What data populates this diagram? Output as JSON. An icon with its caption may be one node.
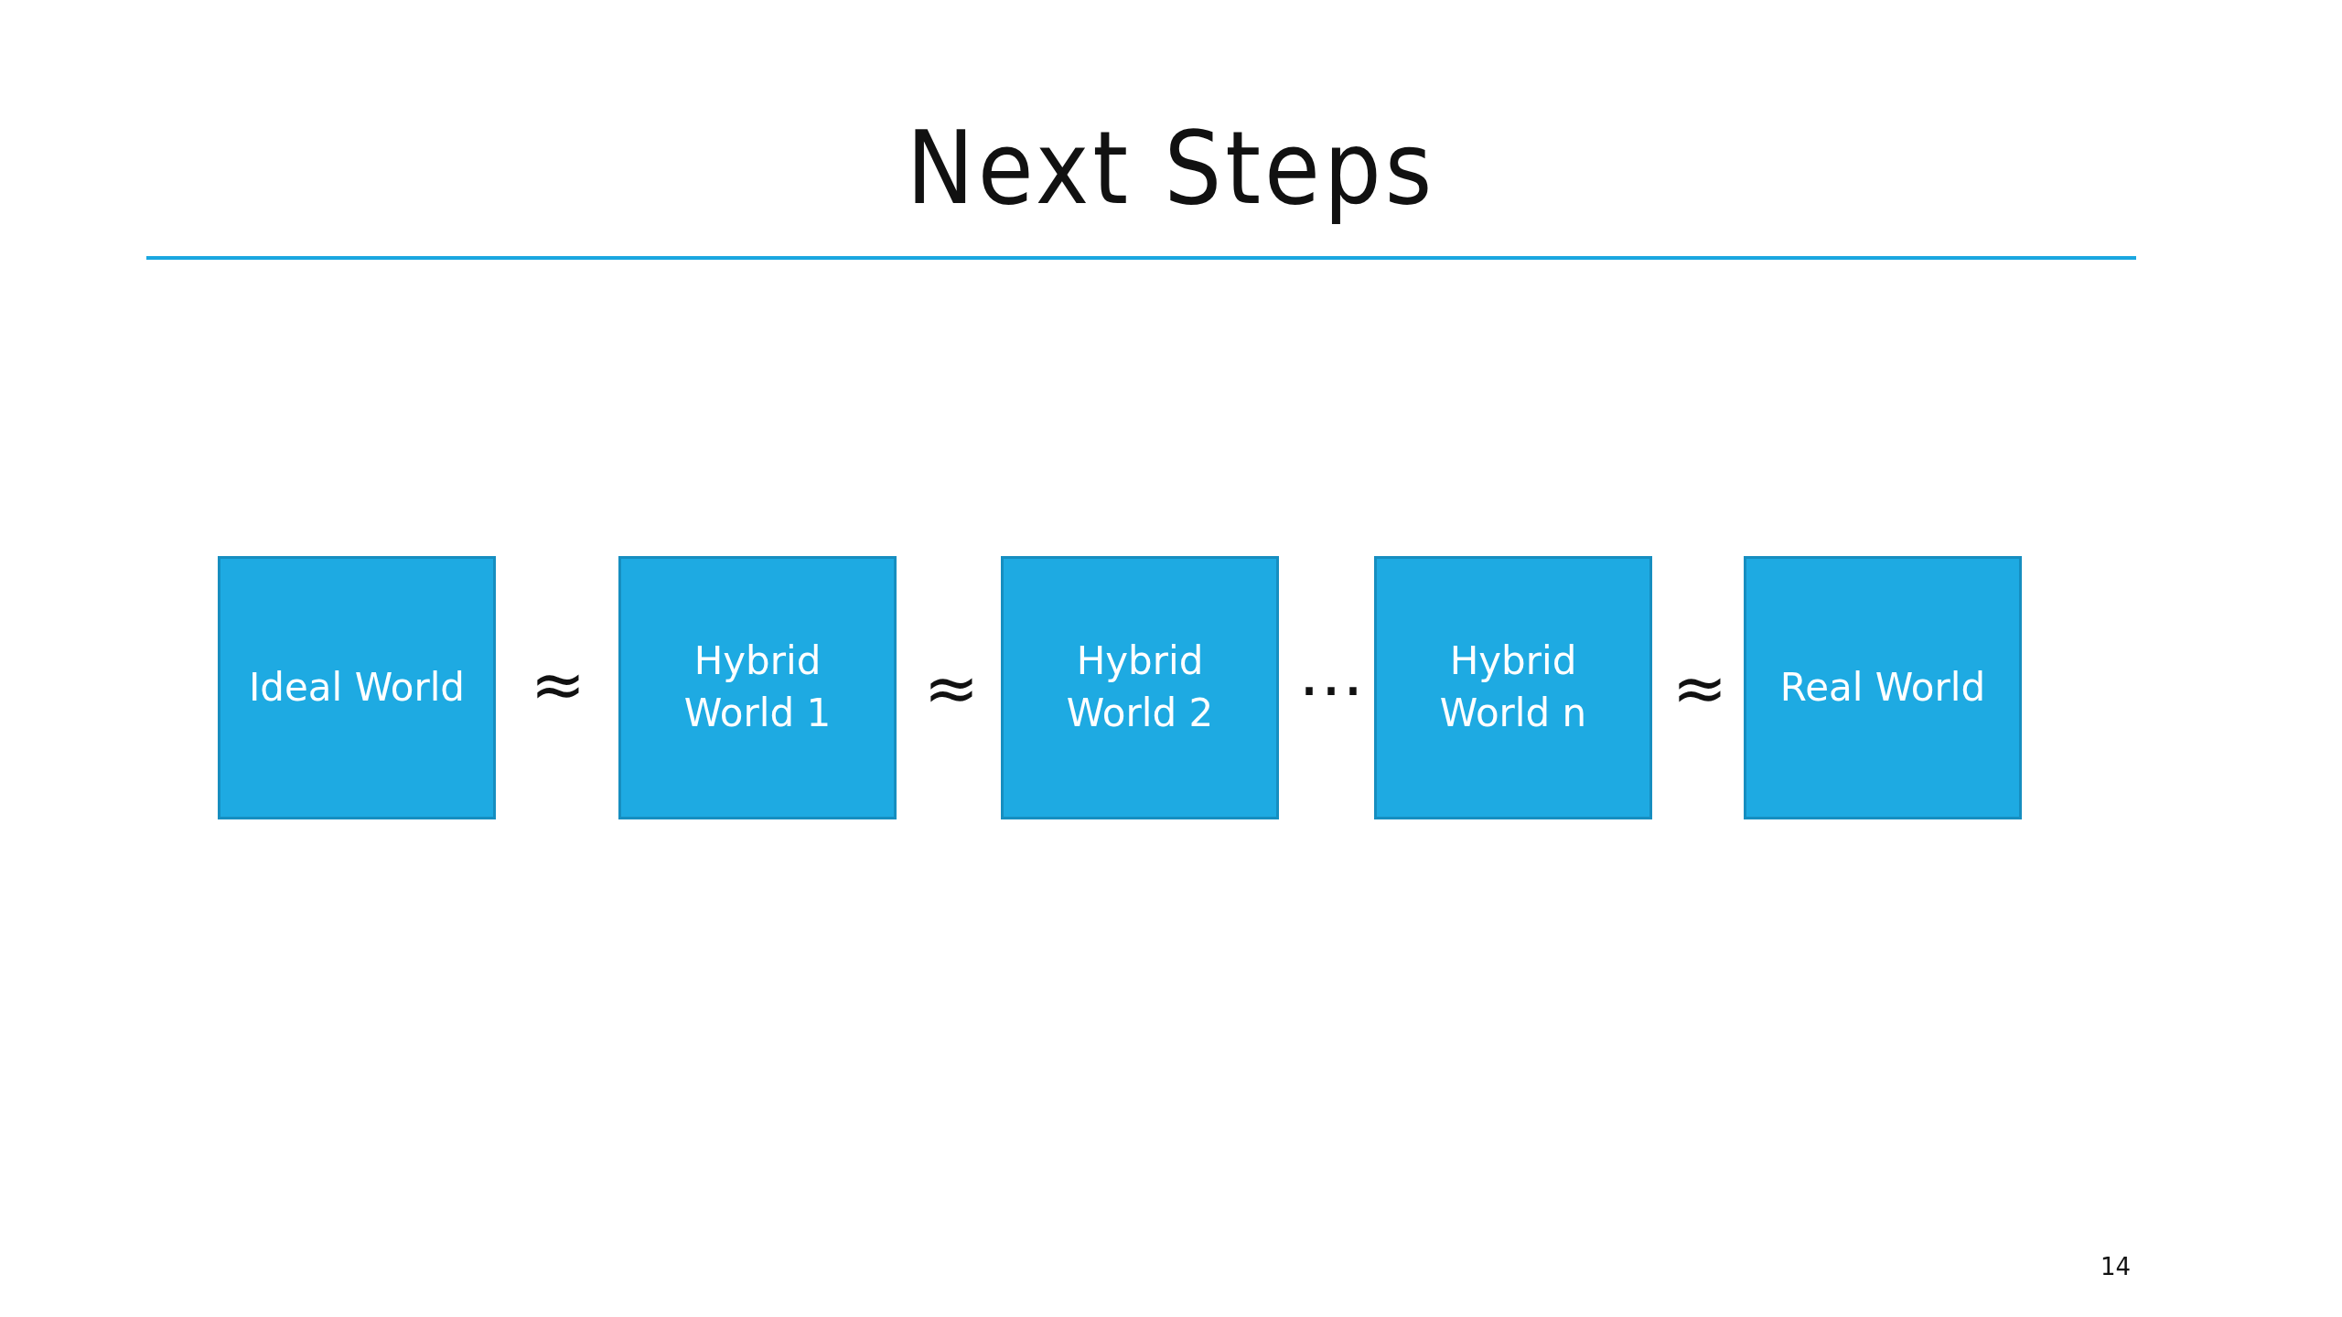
{
  "diagram": {
    "title": "Next Steps",
    "nodes": [
      {
        "text": [
          "Ideal World"
        ]
      },
      {
        "text": [
          "Hybrid World 1"
        ]
      },
      {
        "text": [
          "Hybrid World 2"
        ]
      },
      {
        "text": [
          "Hybrid World n"
        ]
      },
      {
        "text": [
          "Real World"
        ]
      }
    ],
    "labels": [
      "≈",
      "≈",
      "…",
      "≈",
      "14"
    ]
  }
}
